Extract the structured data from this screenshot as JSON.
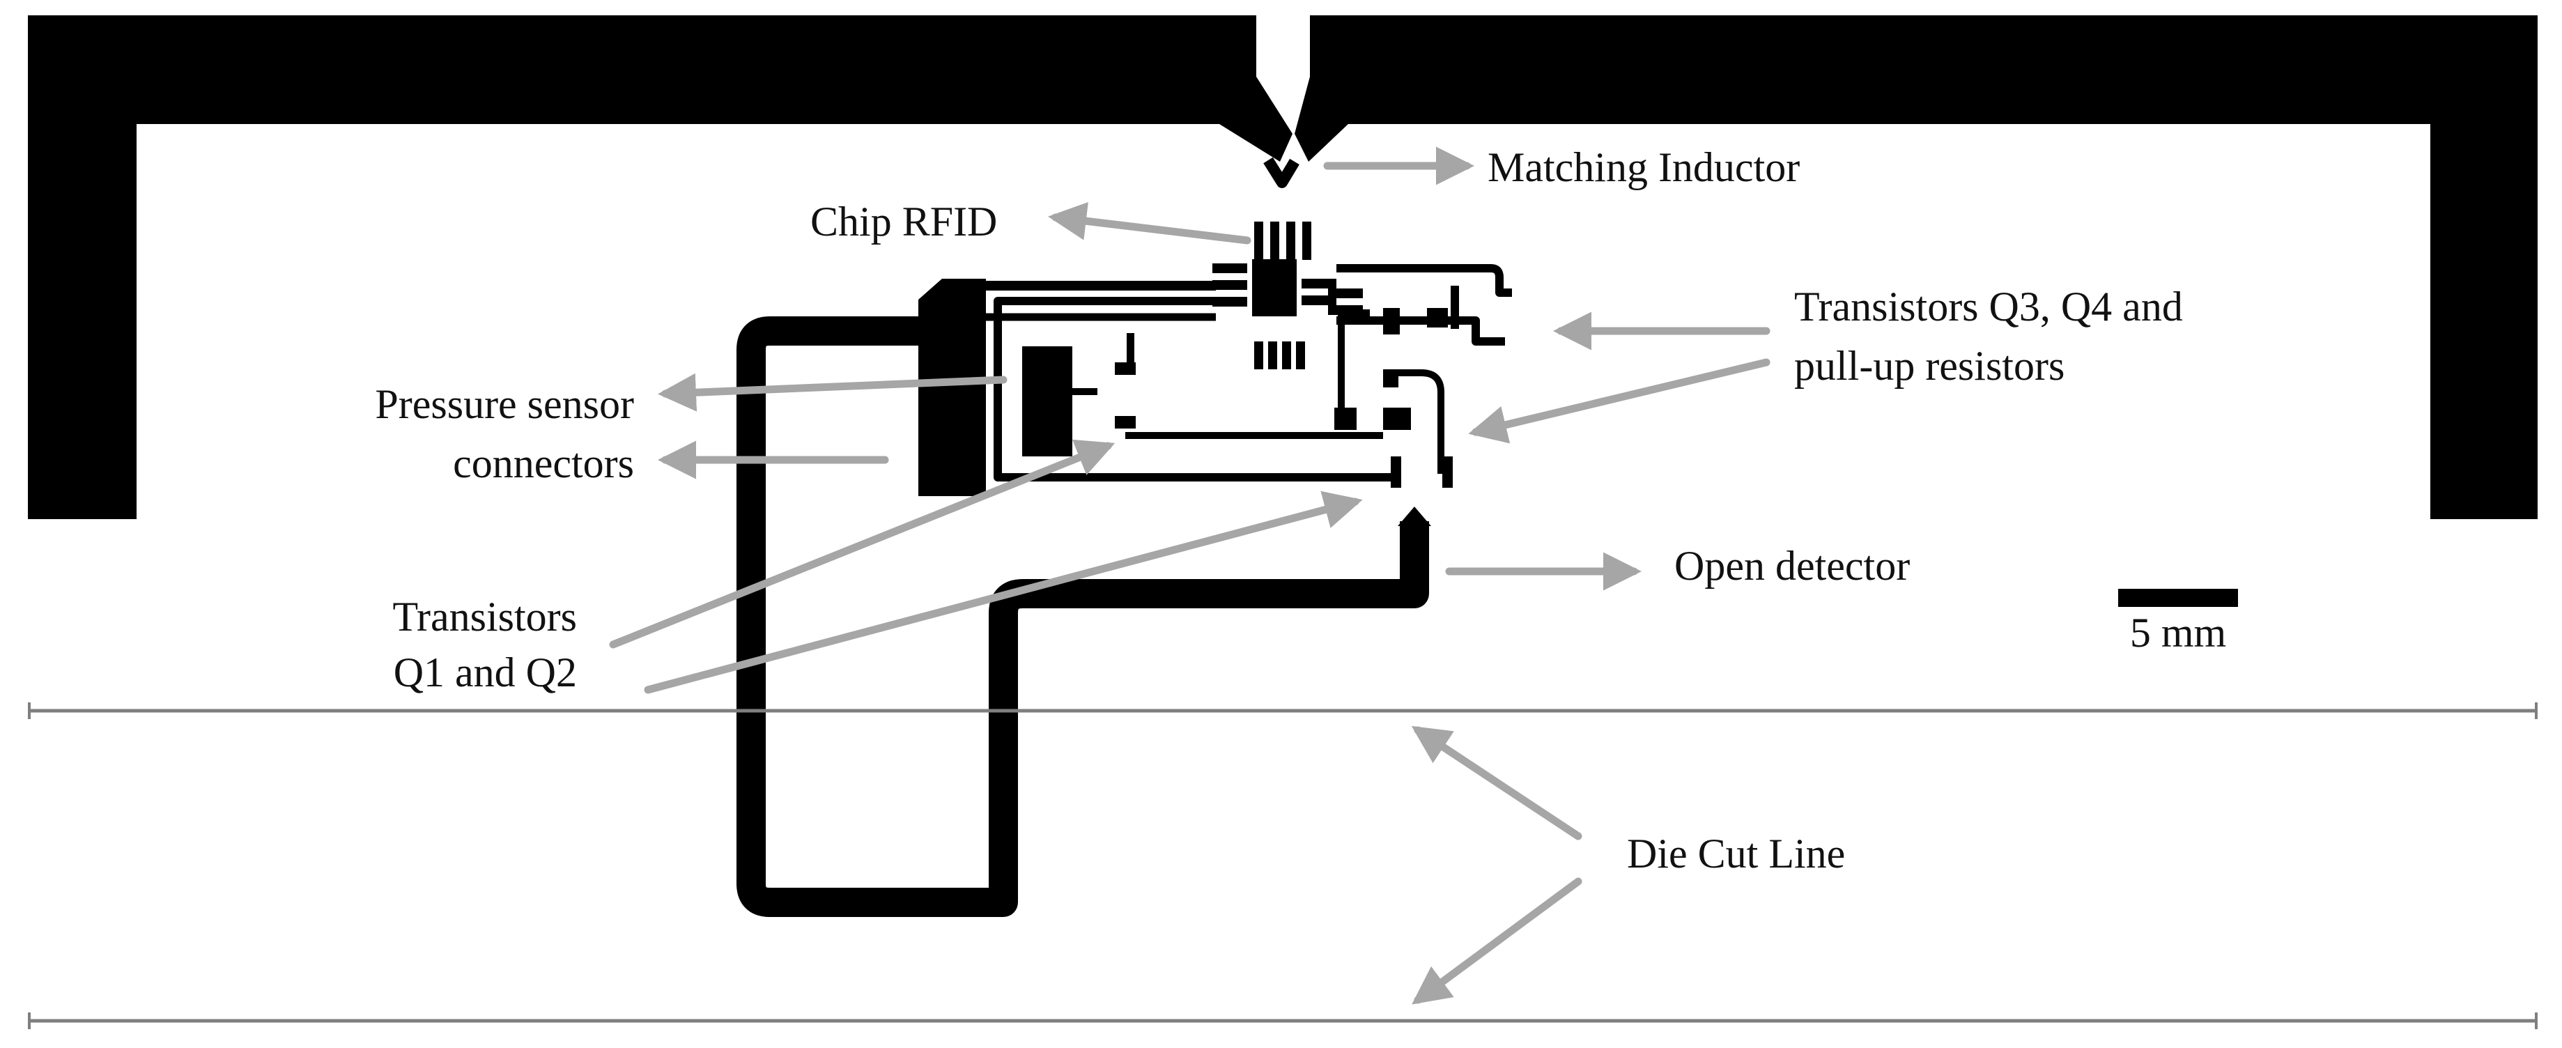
{
  "labels": {
    "matching_inductor": "Matching Inductor",
    "chip_rfid": "Chip RFID",
    "transistors_q3q4_line1": "Transistors Q3, Q4 and",
    "transistors_q3q4_line2": "pull-up resistors",
    "pressure_sensor_line1": "Pressure sensor",
    "pressure_sensor_line2": "connectors",
    "open_detector": "Open detector",
    "scale": "5 mm",
    "transistors_q1q2_line1": "Transistors",
    "transistors_q1q2_line2": "Q1 and Q2",
    "die_cut_line": "Die Cut Line"
  },
  "colors": {
    "trace": "#000000",
    "arrow": "#a6a6a6",
    "die_cut_line": "#7f7f7f",
    "text": "#111111",
    "background": "#ffffff"
  }
}
